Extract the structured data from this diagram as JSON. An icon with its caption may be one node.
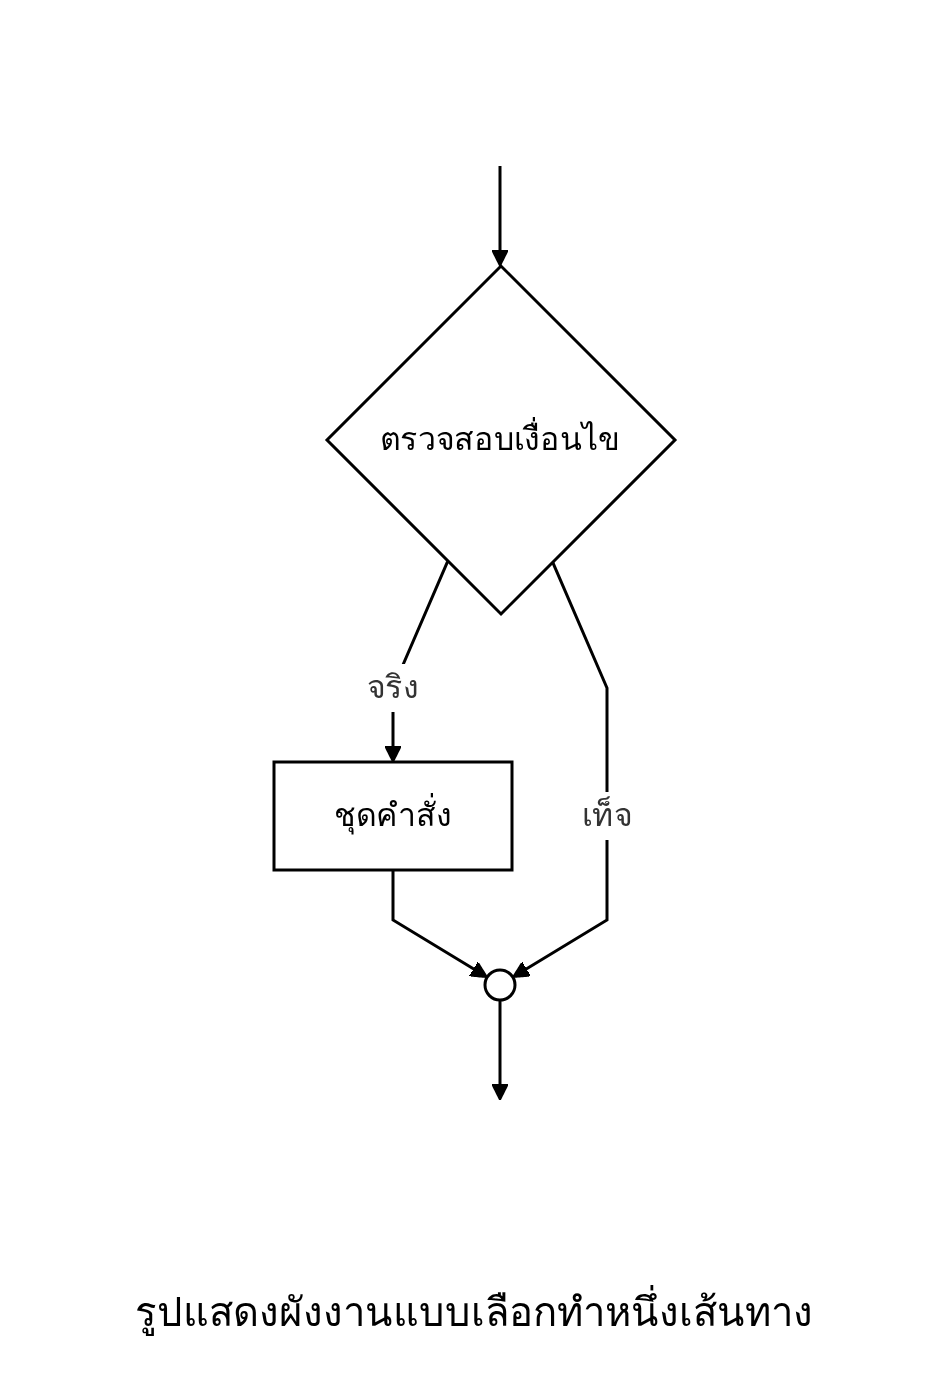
{
  "diagram": {
    "caption": "รูปแสดงผังงานแบบเลือกทำหนึ่งเส้นทาง",
    "nodes": [
      {
        "text": [
          "ตรวจสอบเงื่อนไข"
        ]
      },
      {
        "text": [
          "ชุดคำสั่ง"
        ]
      },
      {
        "text": [],
        "shape": "circle"
      }
    ],
    "edges": [
      {
        "from": null,
        "to": 0,
        "arrow": "to"
      },
      {
        "from": 0,
        "to": 1,
        "label": "จริง",
        "arrow": "to"
      },
      {
        "from": 1,
        "to": 2,
        "arrow": "to"
      },
      {
        "from": 0,
        "to": 2,
        "label": "เท็จ",
        "arrow": "to"
      },
      {
        "from": 2,
        "to": null,
        "arrow": "to"
      }
    ]
  }
}
